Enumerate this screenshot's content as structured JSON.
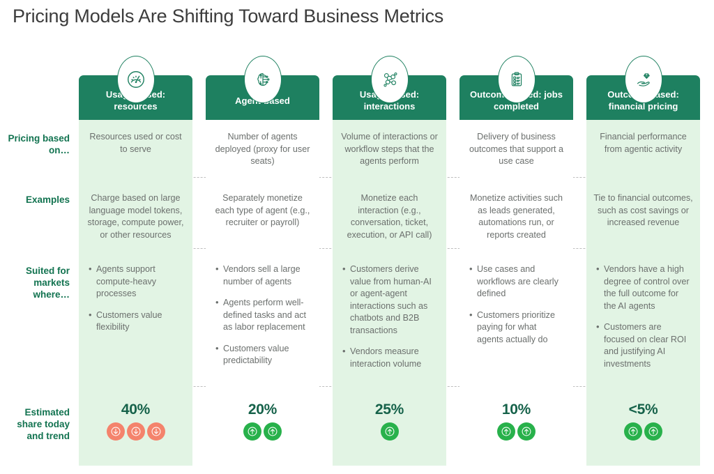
{
  "title": "Pricing Models Are Shifting Toward Business Metrics",
  "theme": {
    "header_green": "#1e8060",
    "cell_green": "#e2f4e4",
    "label_green": "#127350",
    "stat_green": "#16624a",
    "arrow_up": "#28b14b",
    "arrow_down": "#f4836c",
    "body_text": "#6b6f6d",
    "title_text": "#3c3c3c"
  },
  "row_labels": [
    {
      "id": "pricing-based-on",
      "text": "Pricing based on…"
    },
    {
      "id": "examples",
      "text": "Examples"
    },
    {
      "id": "suited-for-markets-where",
      "text": "Suited for markets where…"
    },
    {
      "id": "estimated-share-today-and-trend",
      "text": "Estimated share today and trend"
    }
  ],
  "columns": [
    {
      "id": "usage-based-resources",
      "icon": "gauge-icon",
      "header": "Usage-based: resources",
      "shaded": true,
      "pricing_based_on": "Resources used or cost to serve",
      "examples": "Charge based on large language model tokens, storage, compute power, or other resources",
      "suited_for": [
        "Agents support compute-heavy processes",
        "Customers value flexibility"
      ],
      "share": "40%",
      "trend_direction": "down",
      "trend_count": 3
    },
    {
      "id": "agent-based",
      "icon": "ai-brain-icon",
      "header": "Agent-based",
      "shaded": false,
      "pricing_based_on": "Number of agents deployed (proxy for user seats)",
      "examples": "Separately monetize each type of agent (e.g., recruiter or payroll)",
      "suited_for": [
        "Vendors sell a large number of agents",
        "Agents perform well-defined tasks and act as labor replacement",
        "Customers value predictability"
      ],
      "share": "20%",
      "trend_direction": "up",
      "trend_count": 2
    },
    {
      "id": "usage-based-interactions",
      "icon": "network-nodes-icon",
      "header": "Usage-based: interactions",
      "shaded": true,
      "pricing_based_on": "Volume of interactions or workflow steps that the agents perform",
      "examples": "Monetize each interaction (e.g., conversation, ticket, execution, or API call)",
      "suited_for": [
        "Customers derive value from human-AI or agent-agent interactions such as chatbots and B2B transactions",
        "Vendors measure interaction volume"
      ],
      "share": "25%",
      "trend_direction": "up",
      "trend_count": 1
    },
    {
      "id": "outcome-based-jobs-completed",
      "icon": "clipboard-checklist-icon",
      "header": "Outcome-based: jobs completed",
      "shaded": false,
      "pricing_based_on": "Delivery of business outcomes that support a use case",
      "examples": "Monetize activities such as leads generated, automations run, or reports created",
      "suited_for": [
        "Use cases and workflows are clearly defined",
        "Customers prioritize paying for what agents actually do"
      ],
      "share": "10%",
      "trend_direction": "up",
      "trend_count": 2
    },
    {
      "id": "outcome-based-financial-pricing",
      "icon": "hand-diamond-icon",
      "header": "Outcome-based: financial pricing",
      "shaded": true,
      "pricing_based_on": "Financial performance from agentic activity",
      "examples": "Tie to financial outcomes, such as cost savings or increased revenue",
      "suited_for": [
        "Vendors have a high degree of control over the full outcome for the AI agents",
        "Customers are focused on clear ROI and justifying AI investments"
      ],
      "share": "<5%",
      "trend_direction": "up",
      "trend_count": 2
    }
  ]
}
